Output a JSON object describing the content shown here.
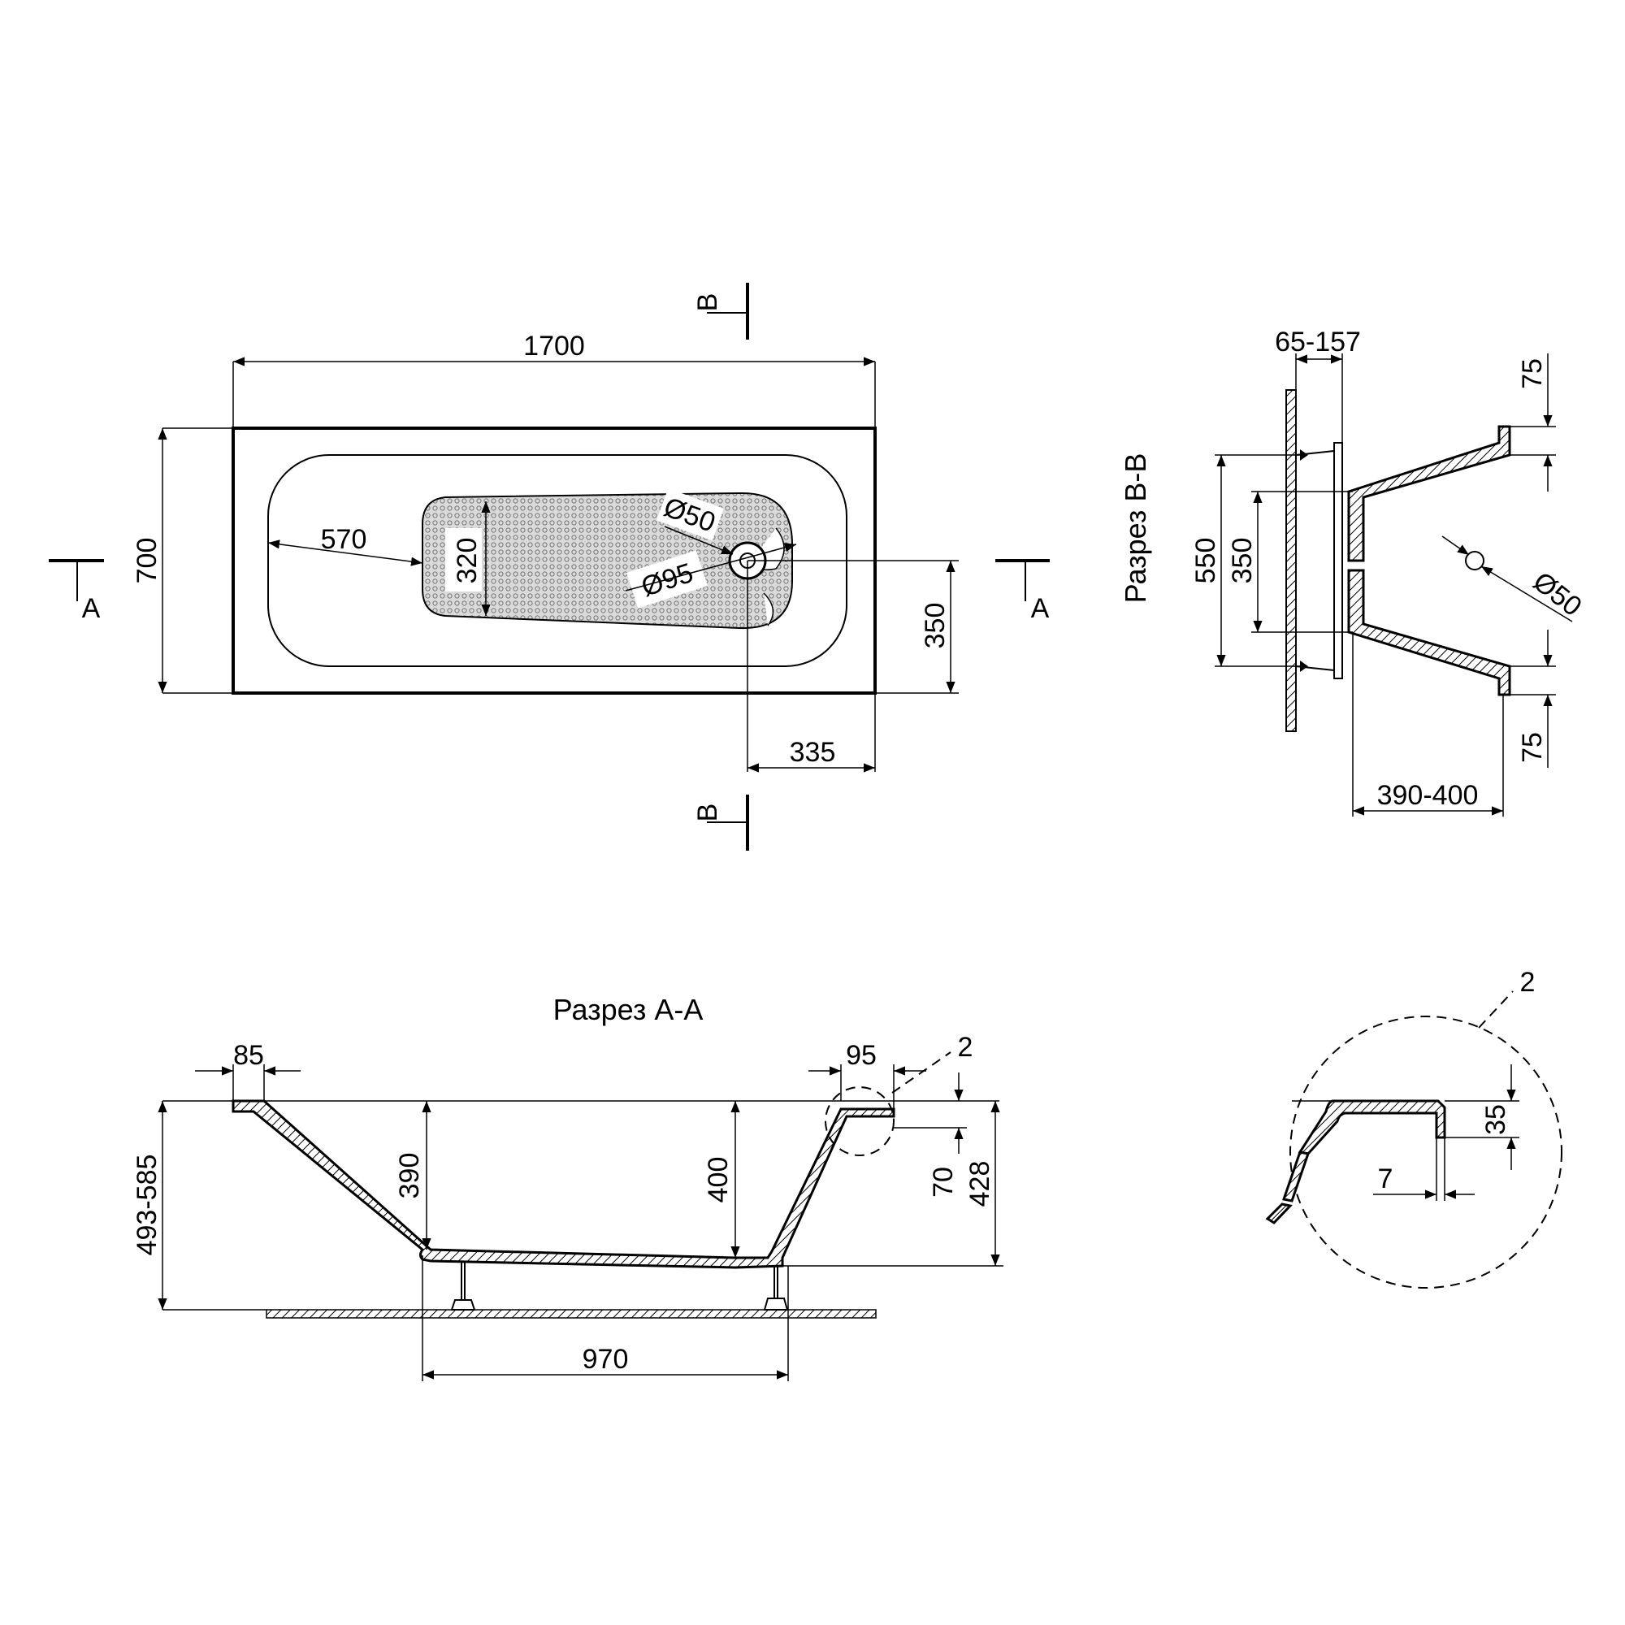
{
  "plan": {
    "length": "1700",
    "width": "700",
    "inner_distance": "570",
    "mat_width": "320",
    "overflow_diameter": "Ø50",
    "drain_diameter": "Ø95",
    "drain_from_side": "350",
    "drain_from_end": "335"
  },
  "section_markers": {
    "a_left": "A",
    "a_right": "A",
    "b_top": "B",
    "b_bottom": "B"
  },
  "section_bb": {
    "title": "Разрез B-B",
    "leg_adjust": "65-157",
    "rim_top": "75",
    "rim_bottom": "75",
    "outer_height": "550",
    "inner_height": "350",
    "overflow_diameter": "Ø50",
    "depth": "390-400"
  },
  "section_aa": {
    "title": "Разрез A-A",
    "rim_left": "85",
    "rim_right": "95",
    "detail_ref": "2",
    "total_height": "493-585",
    "depth_left": "390",
    "depth_right": "400",
    "drain_height": "70",
    "outer_height": "428",
    "bottom_length": "970"
  },
  "detail": {
    "ref": "2",
    "rim_thickness": "35",
    "wall_thickness": "7"
  }
}
